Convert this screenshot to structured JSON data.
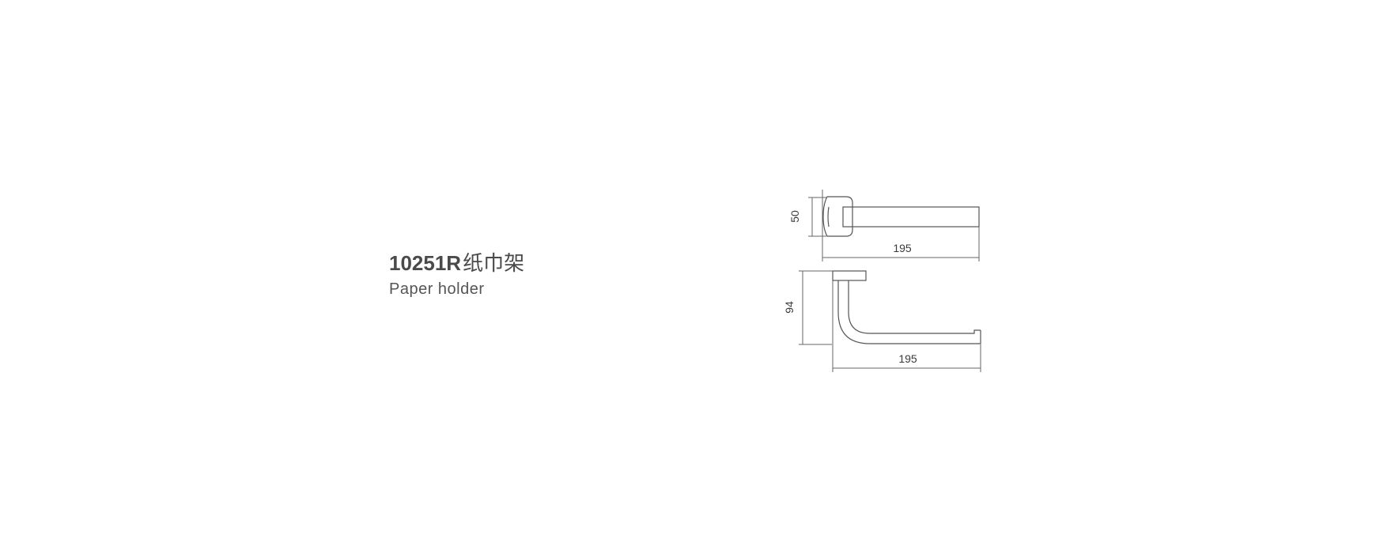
{
  "product": {
    "code": "10251R",
    "name_cn": "纸巾架",
    "name_en": "Paper holder"
  },
  "dimensions": {
    "top_view_height": "50",
    "top_view_width": "195",
    "side_view_height": "94",
    "side_view_width": "195"
  }
}
